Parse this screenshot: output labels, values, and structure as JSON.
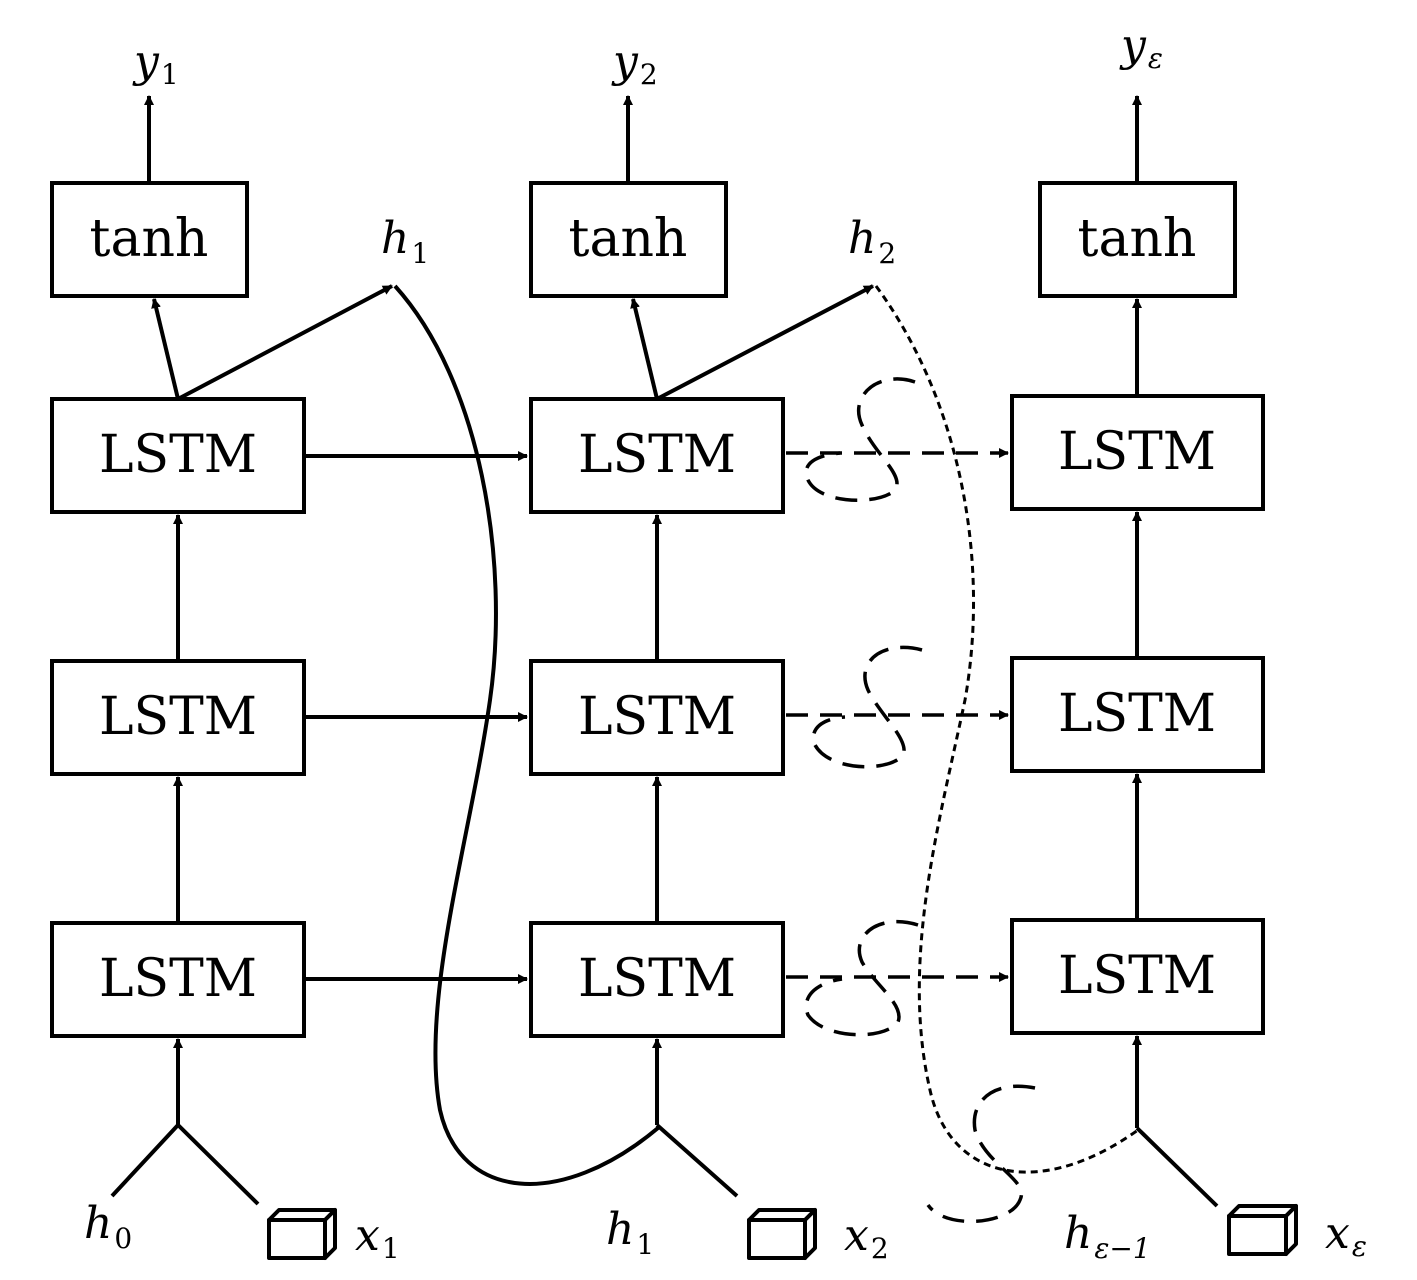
{
  "nodes": {
    "tanh_label": "tanh",
    "lstm_label": "LSTM"
  },
  "outputs": {
    "y1": "y",
    "y1_sub": "1",
    "y2": "y",
    "y2_sub": "2",
    "y3": "y",
    "y3_sub": "ε"
  },
  "hidden": {
    "h1_top": "h",
    "h1_top_sub": "1",
    "h2_top": "h",
    "h2_top_sub": "2",
    "h0": "h",
    "h0_sub": "0",
    "h1_bottom": "h",
    "h1_bottom_sub": "1",
    "he": "h",
    "he_sub": "ε−1"
  },
  "inputs": {
    "x1": "x",
    "x1_sub": "1",
    "x2": "x",
    "x2_sub": "2",
    "x3": "x",
    "x3_sub": "ε"
  }
}
